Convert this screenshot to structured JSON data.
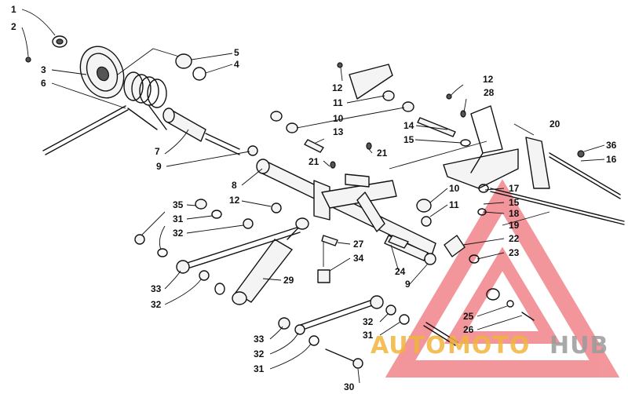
{
  "callouts": [
    {
      "id": "1",
      "text": "1"
    },
    {
      "id": "2",
      "text": "2"
    },
    {
      "id": "3",
      "text": "3"
    },
    {
      "id": "6",
      "text": "6"
    },
    {
      "id": "5",
      "text": "5"
    },
    {
      "id": "4",
      "text": "4"
    },
    {
      "id": "12a",
      "text": "12"
    },
    {
      "id": "11a",
      "text": "11"
    },
    {
      "id": "12b",
      "text": "12"
    },
    {
      "id": "28",
      "text": "28"
    },
    {
      "id": "10a",
      "text": "10"
    },
    {
      "id": "13",
      "text": "13"
    },
    {
      "id": "14",
      "text": "14"
    },
    {
      "id": "15a",
      "text": "15"
    },
    {
      "id": "20",
      "text": "20"
    },
    {
      "id": "7",
      "text": "7"
    },
    {
      "id": "21a",
      "text": "21"
    },
    {
      "id": "36",
      "text": "36"
    },
    {
      "id": "16",
      "text": "16"
    },
    {
      "id": "9a",
      "text": "9"
    },
    {
      "id": "21b",
      "text": "21"
    },
    {
      "id": "8",
      "text": "8"
    },
    {
      "id": "10b",
      "text": "10"
    },
    {
      "id": "17",
      "text": "17"
    },
    {
      "id": "12c",
      "text": "12"
    },
    {
      "id": "15b",
      "text": "15"
    },
    {
      "id": "11b",
      "text": "11"
    },
    {
      "id": "18",
      "text": "18"
    },
    {
      "id": "35",
      "text": "35"
    },
    {
      "id": "31a",
      "text": "31"
    },
    {
      "id": "19",
      "text": "19"
    },
    {
      "id": "32a",
      "text": "32"
    },
    {
      "id": "22",
      "text": "22"
    },
    {
      "id": "27",
      "text": "27"
    },
    {
      "id": "23",
      "text": "23"
    },
    {
      "id": "34",
      "text": "34"
    },
    {
      "id": "24",
      "text": "24"
    },
    {
      "id": "9b",
      "text": "9"
    },
    {
      "id": "29",
      "text": "29"
    },
    {
      "id": "33a",
      "text": "33"
    },
    {
      "id": "32b",
      "text": "32"
    },
    {
      "id": "25",
      "text": "25"
    },
    {
      "id": "32c",
      "text": "32"
    },
    {
      "id": "26",
      "text": "26"
    },
    {
      "id": "31b",
      "text": "31"
    },
    {
      "id": "33b",
      "text": "33"
    },
    {
      "id": "31c",
      "text": "31"
    },
    {
      "id": "30",
      "text": "30"
    }
  ],
  "watermark": {
    "part1": "AUTO",
    "part2": "MOTO",
    "part3": "HUB",
    "color_main": "#f0b43c",
    "color_accent": "#9b9b9b",
    "triangle_color": "#e8414a"
  }
}
